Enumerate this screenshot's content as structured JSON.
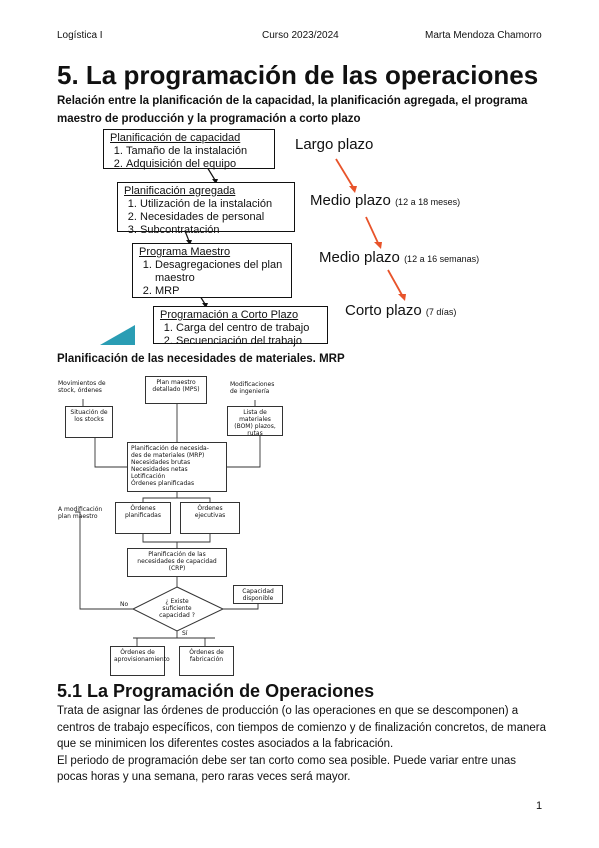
{
  "header": {
    "left": "Logística I",
    "center": "Curso 2023/2024",
    "right": "Marta Mendoza Chamorro"
  },
  "title": "5. La programación de las operaciones",
  "subtitle": "Relación entre la planificación de la capacidad, la planificación agregada, el programa maestro de producción y la programación a corto plazo",
  "hierarchy": {
    "boxes": [
      {
        "title": "Planificación de capacidad",
        "items": [
          "Tamaño de la instalación",
          "Adquisición del equipo"
        ]
      },
      {
        "title": "Planificación agregada",
        "items": [
          "Utilización de la instalación",
          "Necesidades de personal",
          "Subcontratación"
        ]
      },
      {
        "title": "Programa Maestro",
        "items": [
          "Desagregaciones del plan maestro",
          "MRP"
        ]
      },
      {
        "title": "Programación a Corto Plazo",
        "items": [
          "Carga del centro de trabajo",
          "Secuenciación del trabajo"
        ]
      }
    ],
    "horizons": [
      {
        "label": "Largo plazo",
        "note": ""
      },
      {
        "label": "Medio plazo",
        "note": "(12 a 18 meses)"
      },
      {
        "label": "Medio plazo",
        "note": "(12 a 16 semanas)"
      },
      {
        "label": "Corto plazo",
        "note": "(7 días)"
      }
    ]
  },
  "mrp_caption": "Planificación de las necesidades de materiales. MRP",
  "mrp": {
    "stock_moves": "Movimientos de stock, órdenes",
    "mps": "Plan maestro detallado (MPS)",
    "eng": "Modificaciones de ingeniería",
    "stock_status": "Situación de los stocks",
    "bom": "Lista de materiales (BOM) plazos, rutas",
    "mrp_box": [
      "Planificación de necesida-",
      "des de materiales (MRP)",
      "Necesidades brutas",
      "Necesidades netas",
      "Lotificación",
      "Órdenes planificadas"
    ],
    "mod_plan": "A modificación plan maestro",
    "planned": "Órdenes planificadas",
    "exec": "Órdenes ejecutivas",
    "crp": "Planificación de las necesidades de capacidad (CRP)",
    "capacity": "Capacidad disponible",
    "decision": "¿ Existe suficiente capacidad ?",
    "no": "No",
    "yes": "Sí",
    "supply": "Órdenes de aprovisionamiento",
    "manuf": "Órdenes de fabricación"
  },
  "section": {
    "heading": "5.1 La Programación de Operaciones",
    "p1": "Trata de asignar las órdenes de producción (o las operaciones en que se descomponen) a centros de trabajo específicos, con tiempos de comienzo y de finalización concretos, de manera que se minimicen los diferentes costes asociados a la fabricación.",
    "p2": "El periodo de programación debe ser tan corto como sea posible. Puede variar entre unas pocas horas y una semana, pero raras veces será mayor."
  },
  "page_number": "1",
  "colors": {
    "arrow_accent": "#e8532a",
    "teal": "#2a9db4"
  }
}
